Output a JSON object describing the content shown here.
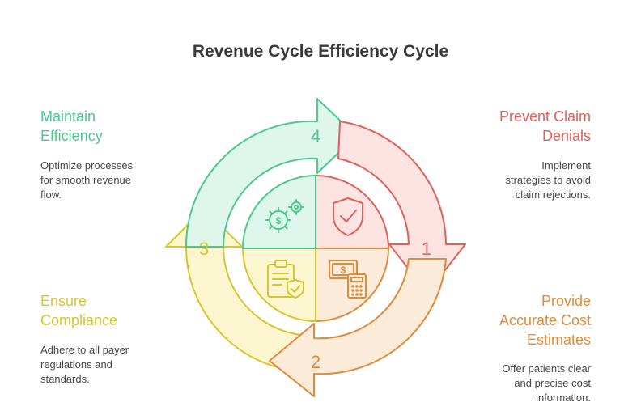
{
  "title": "Revenue Cycle Efficiency Cycle",
  "colors": {
    "red": "#e0605a",
    "orange": "#e08a3c",
    "yellow": "#d8c52e",
    "green": "#4cc88f"
  },
  "steps": [
    {
      "number": "1",
      "heading_lines": [
        "Prevent Claim",
        "Denials"
      ],
      "description_lines": [
        "Implement",
        "strategies to avoid",
        "claim rejections."
      ],
      "icon": "shield-check-icon"
    },
    {
      "number": "2",
      "heading_lines": [
        "Provide",
        "Accurate Cost",
        "Estimates"
      ],
      "description_lines": [
        "Offer patients clear",
        "and precise cost",
        "information."
      ],
      "icon": "money-calculator-icon"
    },
    {
      "number": "3",
      "heading_lines": [
        "Ensure",
        "Compliance"
      ],
      "description_lines": [
        "Adhere to all payer",
        "regulations and",
        "standards."
      ],
      "icon": "clipboard-shield-icon"
    },
    {
      "number": "4",
      "heading_lines": [
        "Maintain",
        "Efficiency"
      ],
      "description_lines": [
        "Optimize processes",
        "for smooth revenue",
        "flow."
      ],
      "icon": "gears-icon"
    }
  ]
}
